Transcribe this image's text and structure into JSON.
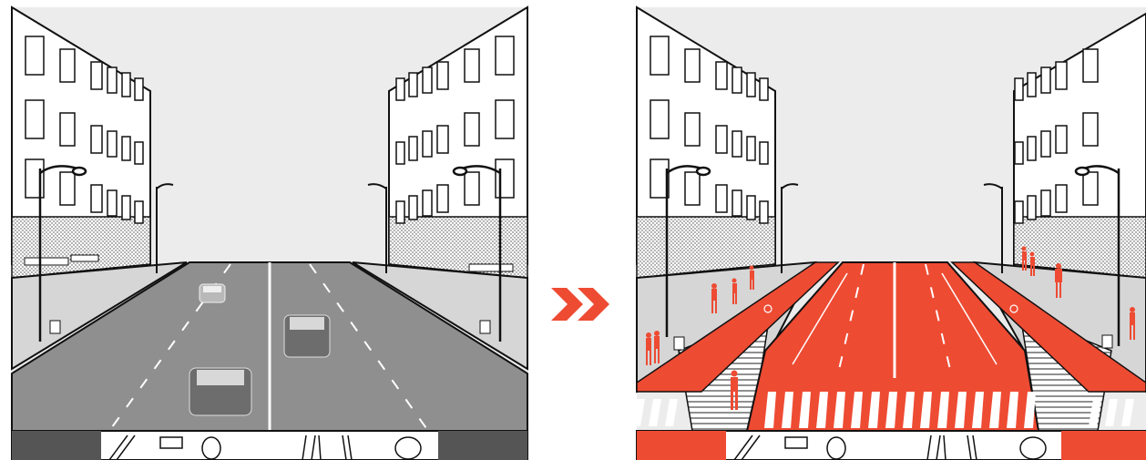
{
  "panels": [
    {
      "id": "before",
      "state": "existing street: four-lane road with cars, narrow sidewalks"
    },
    {
      "id": "after",
      "state": "redesigned street: road surface, bike lanes and crosswalks highlighted"
    }
  ],
  "arrow": {
    "icon": "double-chevron-right-icon",
    "color": "#ee4b33"
  },
  "colors": {
    "accent": "#ee4b33",
    "road_before": "#8f8f8f",
    "sidewalk": "#d6d6d6",
    "sky": "#ececec",
    "line": "#111111",
    "car": "#6d6d6d"
  }
}
